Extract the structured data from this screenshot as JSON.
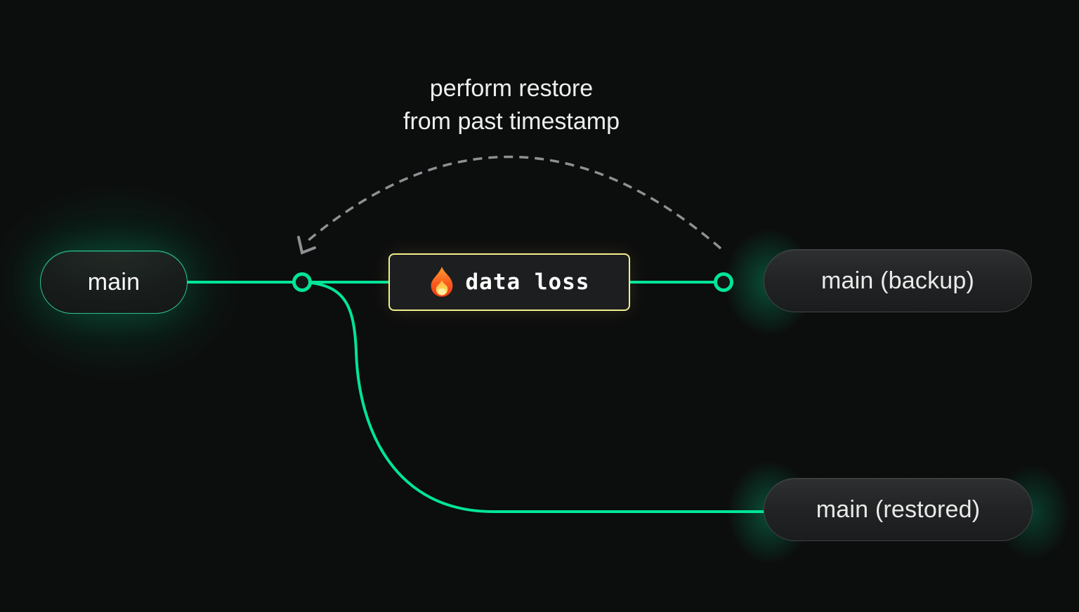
{
  "annotation": {
    "line1": "perform restore",
    "line2": "from past timestamp"
  },
  "nodes": {
    "main": {
      "label": "main"
    },
    "backup": {
      "label": "main (backup)"
    },
    "restored": {
      "label": "main (restored)"
    }
  },
  "event": {
    "icon": "fire-emoji",
    "emoji": "🔥",
    "label": "data loss"
  },
  "colors": {
    "background": "#0c0d0d",
    "branch_green": "#00e599",
    "commit_fill": "#121514",
    "dashed_gray": "#8f9094",
    "event_yellow": "#f2ee8d"
  }
}
